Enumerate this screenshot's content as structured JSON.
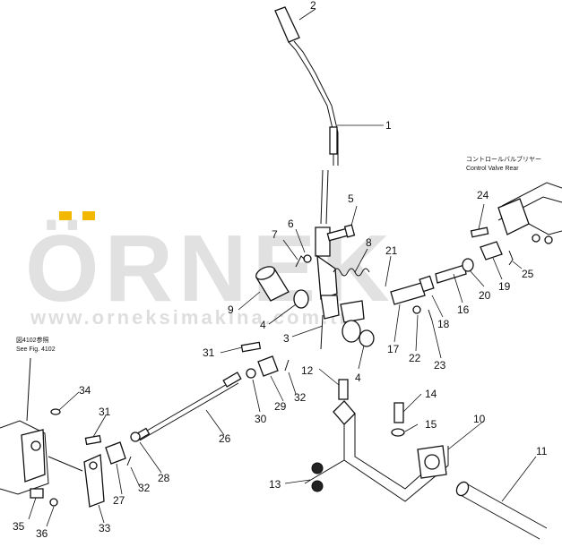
{
  "watermark": {
    "brand": "ÖRNEK",
    "url": "www.orneksimakina.com.tr",
    "accent_color": "#f2b800",
    "text_color": "#c9c9c9"
  },
  "notes": {
    "control_valve_jp": "コントロールバルブリヤー",
    "control_valve_en": "Control Valve Rear",
    "see_fig_jp": "図4102参照",
    "see_fig_en": "See Fig. 4102"
  },
  "callouts": [
    "1",
    "2",
    "3",
    "4",
    "4",
    "5",
    "6",
    "7",
    "8",
    "9",
    "10",
    "11",
    "12",
    "13",
    "14",
    "15",
    "16",
    "17",
    "18",
    "19",
    "20",
    "21",
    "22",
    "23",
    "24",
    "25",
    "26",
    "27",
    "28",
    "29",
    "30",
    "31",
    "31",
    "32",
    "32",
    "33",
    "34",
    "35",
    "36"
  ]
}
